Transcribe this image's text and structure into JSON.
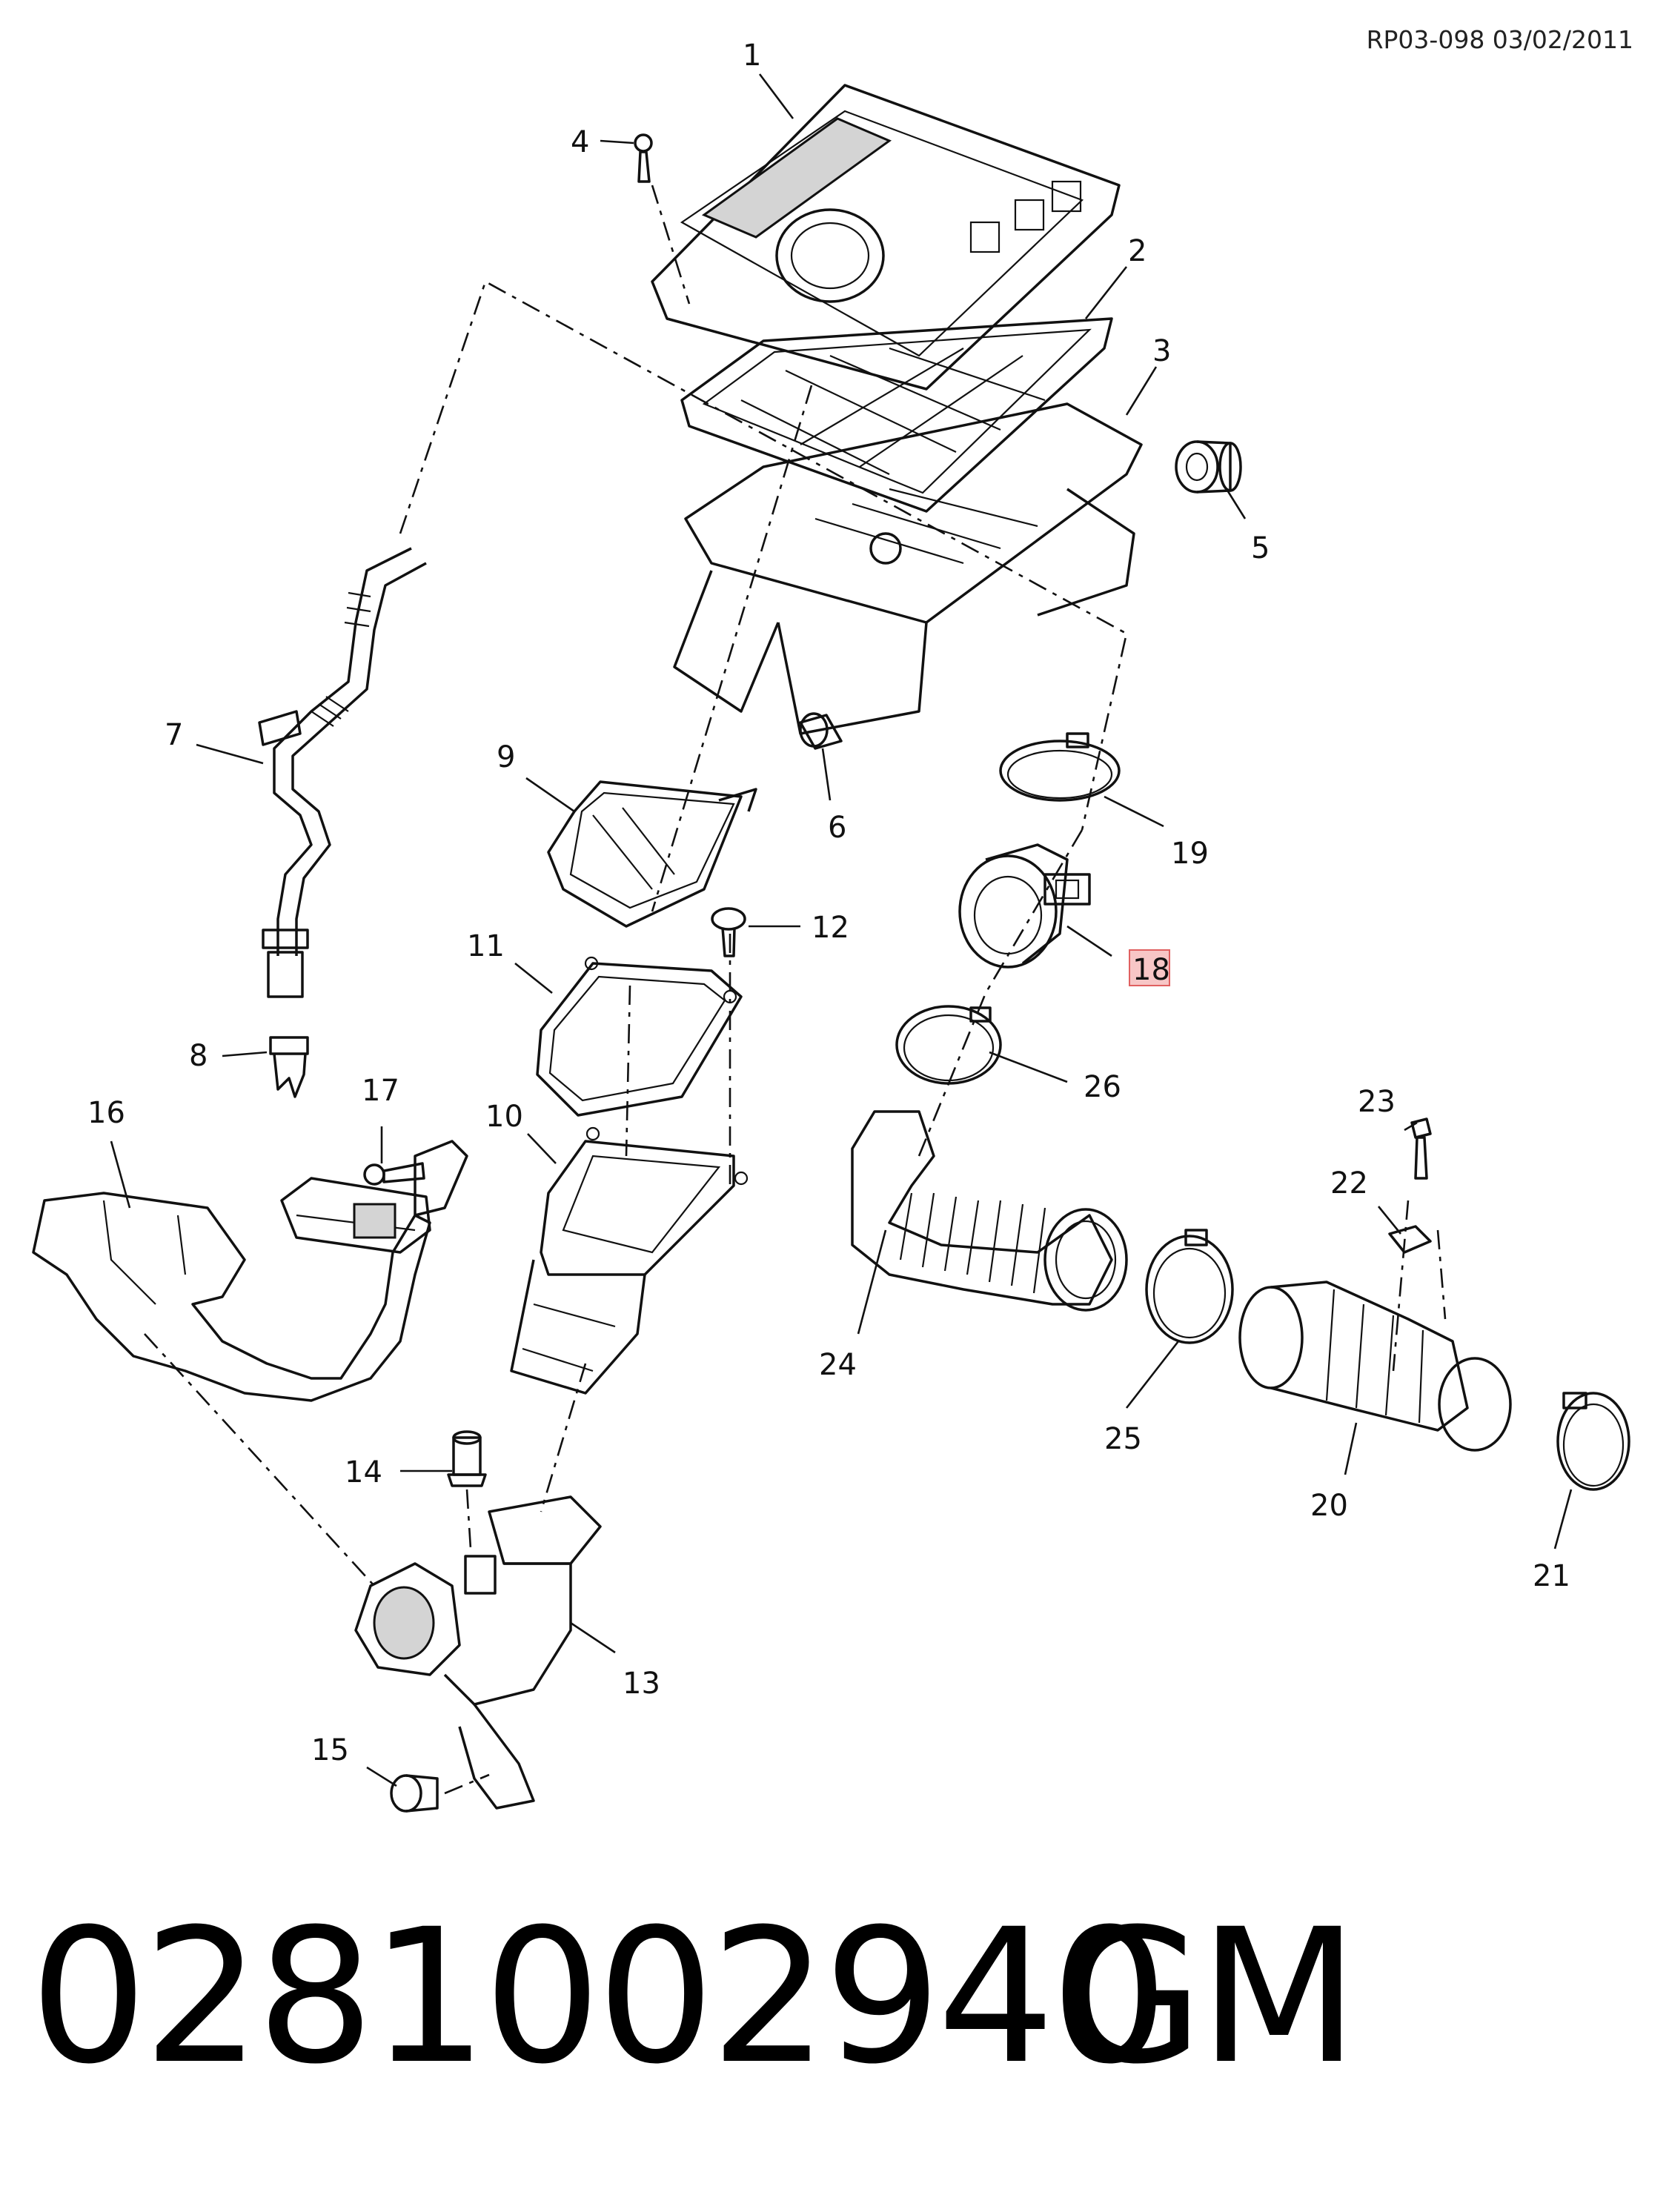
{
  "header": {
    "reference": "RP03-098 03/02/2011"
  },
  "footer": {
    "part_number": "0281002940",
    "brand": "GM"
  },
  "highlight_color": "#f7c6c6",
  "callouts": [
    {
      "num": "1"
    },
    {
      "num": "2"
    },
    {
      "num": "3"
    },
    {
      "num": "4"
    },
    {
      "num": "5"
    },
    {
      "num": "6"
    },
    {
      "num": "7"
    },
    {
      "num": "8"
    },
    {
      "num": "9"
    },
    {
      "num": "10"
    },
    {
      "num": "11"
    },
    {
      "num": "12"
    },
    {
      "num": "13"
    },
    {
      "num": "14"
    },
    {
      "num": "15"
    },
    {
      "num": "16"
    },
    {
      "num": "17"
    },
    {
      "num": "18",
      "highlighted": true
    },
    {
      "num": "19"
    },
    {
      "num": "20"
    },
    {
      "num": "21"
    },
    {
      "num": "22"
    },
    {
      "num": "23"
    },
    {
      "num": "24"
    },
    {
      "num": "25"
    },
    {
      "num": "26"
    }
  ]
}
